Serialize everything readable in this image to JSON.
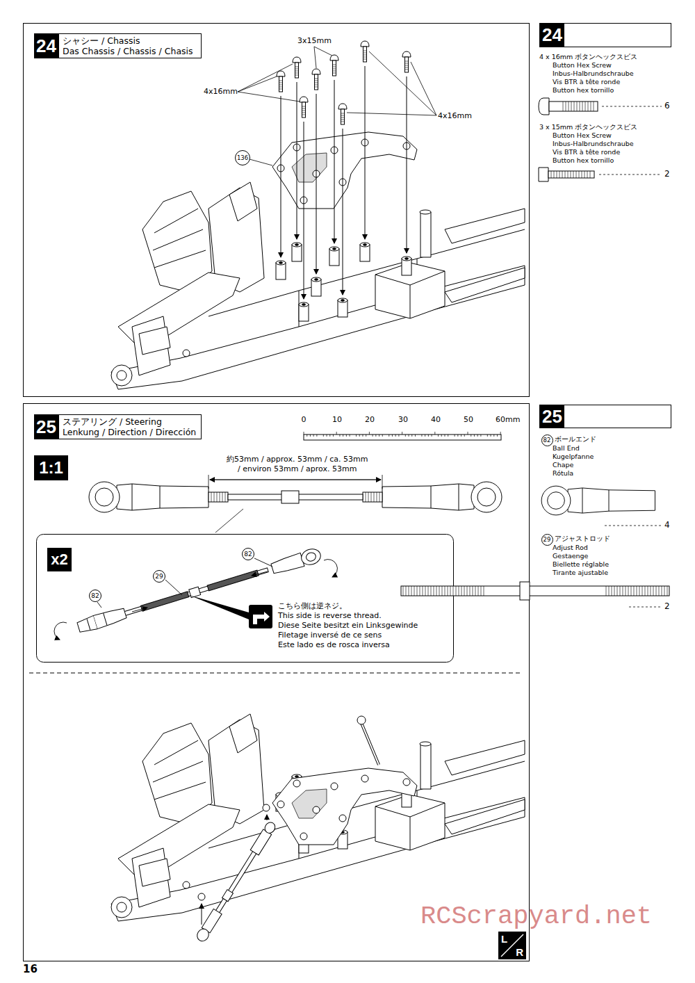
{
  "diagram": {
    "nodes": [
      {
        "text": [
          "24"
        ]
      },
      {
        "text": [
          "シャシー / Chassis",
          "Das Chassis / Chassis / Chasis"
        ]
      },
      {
        "text": [
          "24"
        ]
      },
      {
        "text": [
          "136"
        ]
      },
      {
        "text": [
          "25"
        ]
      },
      {
        "text": [
          "ステアリング / Steering",
          "Lenkung / Direction / Dirección"
        ]
      },
      {
        "text": [
          "25"
        ]
      },
      {
        "text": [
          "1:1"
        ]
      },
      {
        "text": [
          "x2"
        ]
      },
      {
        "text": [
          "82"
        ]
      },
      {
        "text": [
          "29"
        ]
      },
      {
        "text": [
          "82"
        ]
      },
      {
        "text": [
          "82"
        ]
      },
      {
        "text": [
          "29"
        ]
      },
      {
        "text": [
          "L",
          "R"
        ]
      }
    ],
    "labels": [
      "3x15mm",
      "4x16mm",
      "4x16mm",
      "4 x 16mm ボタンヘックスビス",
      "Button Hex Screw",
      "Inbus-Halbrundschraube",
      "Vis BTR à tête ronde",
      "Button hex tornillo",
      "6",
      "3 x 15mm ボタンヘックスビス",
      "Button Hex Screw",
      "Inbus-Halbrundschraube",
      "Vis BTR à tête ronde",
      "Button hex tornillo",
      "2",
      "0",
      "10",
      "20",
      "30",
      "40",
      "50",
      "60mm",
      "約53mm / approx. 53mm / ca. 53mm",
      "/ environ 53mm / aprox. 53mm",
      "こちら側は逆ネジ。",
      "This side is reverse thread.",
      "Diese Seite besitzt ein Linksgewinde",
      "Filetage inversé de ce sens",
      "Este lado es de rosca inversa",
      "ボールエンド",
      "Ball End",
      "Kugelpfanne",
      "Chape",
      "Rótula",
      "4",
      "アジャストロッド",
      "Adjust Rod",
      "Gestaenge",
      "Biellette réglable",
      "Tirante ajustable",
      "2",
      "16",
      "RCScrapyard.net"
    ]
  }
}
